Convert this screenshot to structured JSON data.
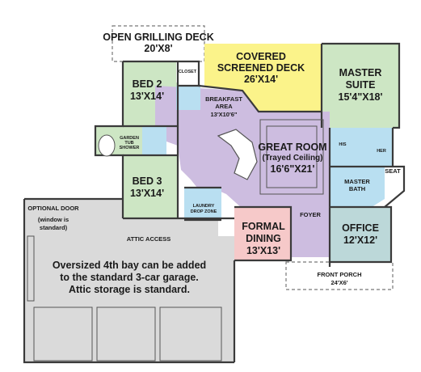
{
  "colors": {
    "bedroom_green": "#cde6c4",
    "screened_deck_yellow": "#fbf38a",
    "living_lavender": "#cdbde0",
    "formal_dining_pink": "#f6c9c9",
    "office_teal": "#bcd8d9",
    "bath_blue": "#b9dff1",
    "garage_gray": "#dadada",
    "porch_gray": "#e6e6e6"
  },
  "rooms": {
    "open_grilling_deck": {
      "name": "OPEN GRILLING DECK",
      "size": "20'X8'"
    },
    "covered_screened_deck": {
      "line1": "COVERED",
      "line2": "SCREENED DECK",
      "size": "26'X14'"
    },
    "master_suite": {
      "line1": "MASTER",
      "line2": "SUITE",
      "size": "15'4\"X18'"
    },
    "bed2": {
      "name": "BED 2",
      "size": "13'X14'"
    },
    "closet": {
      "label": "CLOSET"
    },
    "breakfast_area": {
      "line1": "BREAKFAST",
      "line2": "AREA",
      "size": "13'X10'6\""
    },
    "great_room": {
      "name": "GREAT ROOM",
      "note": "(Trayed Ceiling)",
      "size": "16'6\"X21'"
    },
    "garden_tub": {
      "line1": "GARDEN",
      "line2": "TUB",
      "line3": "SHOWER"
    },
    "his": {
      "label": "HIS"
    },
    "her": {
      "label": "HER"
    },
    "seat": {
      "label": "SEAT"
    },
    "master_bath": {
      "line1": "MASTER",
      "line2": "BATH"
    },
    "bed3": {
      "name": "BED 3",
      "size": "13'X14'"
    },
    "laundry": {
      "line1": "LAUNDRY",
      "line2": "DROP ZONE"
    },
    "foyer": {
      "label": "FOYER"
    },
    "formal_dining": {
      "line1": "FORMAL",
      "line2": "DINING",
      "size": "13'X13'"
    },
    "office": {
      "name": "OFFICE",
      "size": "12'X12'"
    },
    "front_porch": {
      "name": "FRONT PORCH",
      "size": "24'X6'"
    },
    "attic_access": {
      "label": "ATTIC ACCESS"
    }
  },
  "garage": {
    "optional_door_title": "OPTIONAL DOOR",
    "optional_door_note1": "(window is",
    "optional_door_note2": "standard)",
    "note_line1": "Oversized 4th bay can be added",
    "note_line2": "to the standard 3-car garage.",
    "note_line3": "Attic storage is standard."
  }
}
